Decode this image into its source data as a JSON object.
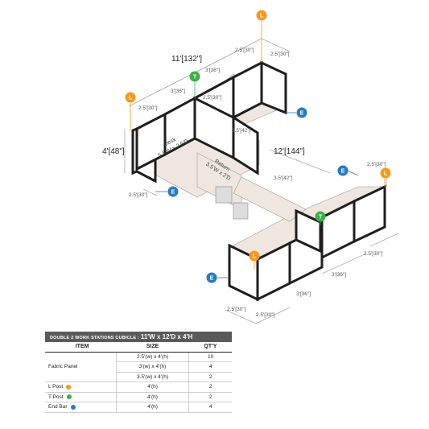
{
  "colors": {
    "orange": "#f39a1e",
    "green": "#3fae49",
    "blue": "#2a7bbf",
    "frame": "#1e1e1e",
    "surface": "#efe7df",
    "panel": "#ffffff"
  },
  "markers": {
    "l_post": "L",
    "t_post": "T",
    "end_bar": "E"
  },
  "dimensions": {
    "overall_width": "11'[132\"]",
    "overall_depth": "12'[144\"]",
    "height": "4'[48\"]",
    "d_30": "2.5'[30\"]",
    "d_36": "3'[36\"]",
    "d_42": "3.5'[42\"]"
  },
  "surfaces": {
    "desk_line1": "Desk",
    "desk_line2": "5.5'W x 2.5'D",
    "return_line1": "Return",
    "return_line2": "3.5'W x 2'D"
  },
  "table": {
    "title_small": "DOUBLE 2 WORK STATIONS  CUBICLE  :",
    "title_big": "11'W x 12'D x 4'H",
    "headers": {
      "item": "ITEM",
      "size": "SIZE",
      "qty": "QT'Y"
    },
    "fabric_label": "Fabric Panel",
    "rows": [
      {
        "item": "",
        "size": "2.5'(w) x 4'(h)",
        "qty": "10"
      },
      {
        "item": "",
        "size": "3'(w) x 4'(h)",
        "qty": "4"
      },
      {
        "item": "",
        "size": "3.5'(w) x 4'(h)",
        "qty": "2"
      },
      {
        "item": "L Post",
        "size": "4'(h)",
        "qty": "2"
      },
      {
        "item": "T Post",
        "size": "4'(h)",
        "qty": "2"
      },
      {
        "item": "End Bar",
        "size": "4'(h)",
        "qty": "4"
      }
    ]
  }
}
